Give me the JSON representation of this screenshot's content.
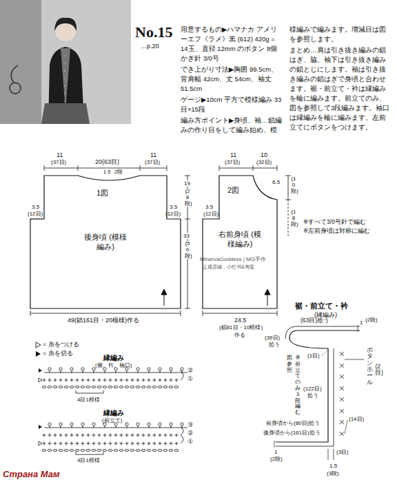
{
  "diagram": {
    "nodes": [
      {
        "text": [
          "1図",
          "後身頃 (模様編み)"
        ]
      },
      {
        "text": [
          "2図",
          "右前身頃 (模様編み)"
        ]
      }
    ],
    "labels": [
      "No.15",
      "…p.20",
      "用意するもの▶ハマナカ アメリーエフ《ラメ》黒 (612) 420g = 14玉、直径 12mm のボタン 8個 かぎ針 3/0号",
      "でき上がり寸法▶胸囲 99.5cm、背肩幅 42cm、丈 54cm、袖丈 51.5cm",
      "ゲージ▶10cm 平方で模様編み 33目×15段",
      "編み方ポイント▶身頃、袖…鎖編みの作り目をして編み始め、模様編みで編みます。増減目は図を参照します。",
      "まとめ…肩は引き抜き編みの鎖はぎ、脇、袖下は引き抜き編みの鎖とじにします。袖は引き抜き編みの鎖はぎで身頃と合わせます。裾・前立て・衿は縁編みを輪に編みます。前立てのみ、図を参照して3段編みます。袖口は縁編みを輪に編みます。左前立てにボタンをつけます。",
      "11",
      "(37目)",
      "20(63目)",
      "1.5",
      "2段",
      "11",
      "(37目)",
      "19",
      "(28段)",
      "33",
      "(50段)",
      "3.5",
      "(12目)",
      "3.5",
      "(12目)",
      "49(鎖161目・20模様)作る",
      "11",
      "(37目)",
      "10",
      "(32目)",
      "6.5",
      "(10段)",
      "(18段)",
      "3.5",
      "(12目)",
      "24.5",
      "(鎖81目・10模様)",
      "作る",
      "※すべて3/0号針で編む",
      "※左前身頃は対称に編む",
      "MinervaGoddess | MG手作",
      "正规店铺，小红书&淘宝",
      "縁編み",
      "(裾、衿、袖口)",
      "②",
      "①",
      "4目1模様",
      "縁編み",
      "(前立て)",
      "③",
      "②",
      "①",
      "4目1模様",
      "裾・前立て・衿",
      "(縁編み)",
      "(63目)拾う",
      "1",
      "(2段)",
      "(39目)",
      "拾う",
      "(1目)",
      "ボタンホール",
      "(2目)",
      "※前立てのみ3段編む",
      "図参照",
      "(122目)",
      "拾う",
      "(14目)",
      "前身頃から(80目)拾う",
      "後身頃から(161目)拾う",
      "(3目)",
      "1",
      "(2段)",
      "1.5",
      "(3段)",
      "Страна Мам"
    ],
    "legend": [
      {
        "text": "= 糸をつける"
      },
      {
        "text": "= 糸を切る"
      }
    ]
  }
}
